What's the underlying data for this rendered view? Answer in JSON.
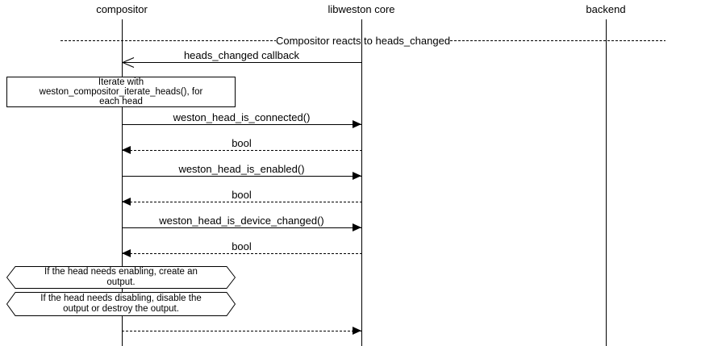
{
  "colors": {
    "background": "#ffffff",
    "line": "#000000",
    "text": "#000000"
  },
  "actors": [
    {
      "name": "compositor"
    },
    {
      "name": "libweston core"
    },
    {
      "name": "backend"
    }
  ],
  "divider": {
    "label": "Compositor reacts to heads_changed"
  },
  "messages": [
    {
      "label": "heads_changed callback",
      "from": "libweston core",
      "to": "compositor",
      "line": "solid",
      "head": "open-left"
    },
    {
      "label": "weston_head_is_connected()",
      "from": "compositor",
      "to": "libweston core",
      "line": "solid",
      "head": "filled-right"
    },
    {
      "label": "bool",
      "from": "libweston core",
      "to": "compositor",
      "line": "dotted",
      "head": "filled-left"
    },
    {
      "label": "weston_head_is_enabled()",
      "from": "compositor",
      "to": "libweston core",
      "line": "solid",
      "head": "filled-right"
    },
    {
      "label": "bool",
      "from": "libweston core",
      "to": "compositor",
      "line": "dotted",
      "head": "filled-left"
    },
    {
      "label": "weston_head_is_device_changed()",
      "from": "compositor",
      "to": "libweston core",
      "line": "solid",
      "head": "filled-right"
    },
    {
      "label": "bool",
      "from": "libweston core",
      "to": "compositor",
      "line": "dotted",
      "head": "filled-left"
    },
    {
      "label": "",
      "from": "compositor",
      "to": "libweston core",
      "line": "dotted",
      "head": "filled-right"
    }
  ],
  "notes": [
    {
      "shape": "rect",
      "lines": [
        "Iterate with",
        "weston_compositor_iterate_heads(), for",
        "each head"
      ]
    },
    {
      "shape": "hexagon",
      "lines": [
        "If the head needs enabling, create an",
        "output."
      ]
    },
    {
      "shape": "hexagon",
      "lines": [
        "If the head needs disabling, disable the",
        "output or destroy the output."
      ]
    }
  ]
}
